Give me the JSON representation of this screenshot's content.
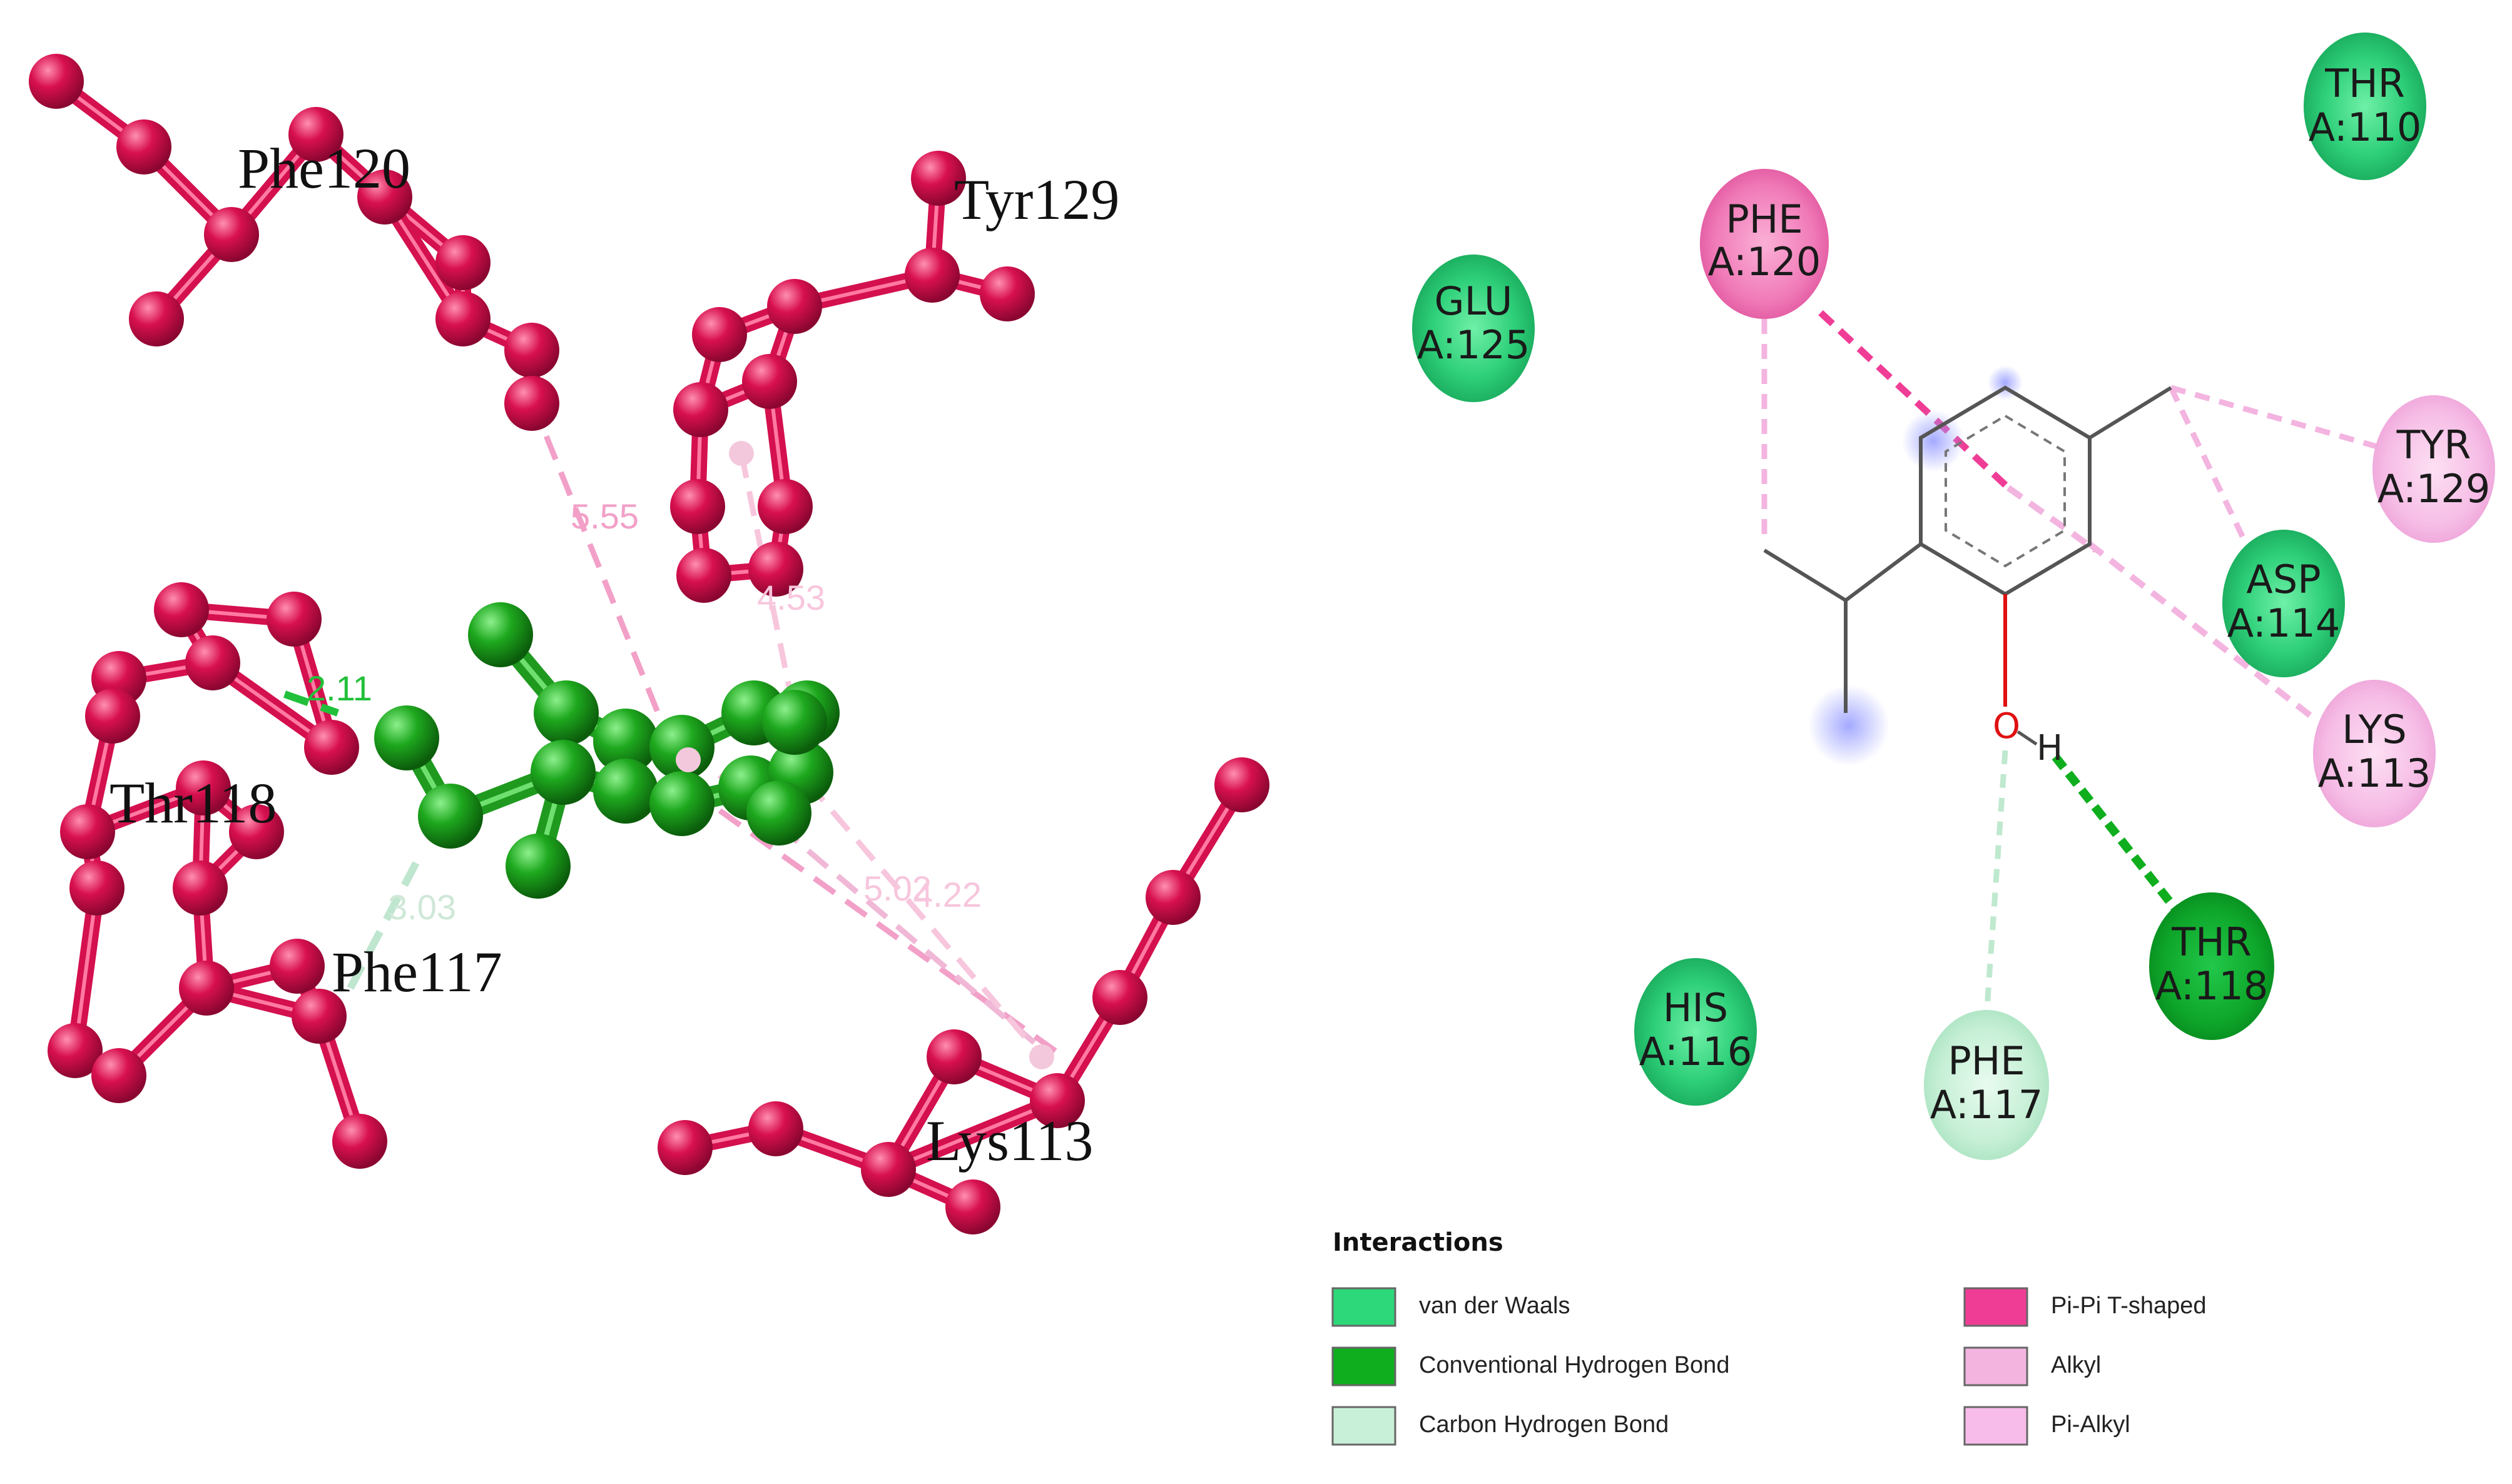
{
  "structure3d": {
    "residue_labels": [
      {
        "id": "phe120",
        "text": "Phe120"
      },
      {
        "id": "tyr129",
        "text": "Tyr129"
      },
      {
        "id": "thr118",
        "text": "Thr118"
      },
      {
        "id": "phe117",
        "text": "Phe117"
      },
      {
        "id": "lys113",
        "text": "Lys113"
      }
    ],
    "distances": [
      {
        "id": "d1",
        "text": "5.55",
        "color": "#f2a0c8"
      },
      {
        "id": "d2",
        "text": "4.53",
        "color": "#f7c6dd"
      },
      {
        "id": "d3",
        "text": "2.11",
        "color": "#22c03a"
      },
      {
        "id": "d4",
        "text": "3.03",
        "color": "#cfe8d8"
      },
      {
        "id": "d5",
        "text": "5.02",
        "color": "#f7c6dd"
      },
      {
        "id": "d6",
        "text": "4.22",
        "color": "#f7c6dd"
      }
    ],
    "colors": {
      "protein": "#d4104f",
      "ligand": "#1f9a1f"
    }
  },
  "diagram2d": {
    "nodes": [
      {
        "id": "thr110",
        "name": "THR",
        "pos": "A:110",
        "type": "vdw"
      },
      {
        "id": "phe120",
        "name": "PHE",
        "pos": "A:120",
        "type": "pipi"
      },
      {
        "id": "glu125",
        "name": "GLU",
        "pos": "A:125",
        "type": "vdw"
      },
      {
        "id": "tyr129",
        "name": "TYR",
        "pos": "A:129",
        "type": "alkyl"
      },
      {
        "id": "asp114",
        "name": "ASP",
        "pos": "A:114",
        "type": "vdw"
      },
      {
        "id": "lys113",
        "name": "LYS",
        "pos": "A:113",
        "type": "alkyl"
      },
      {
        "id": "thr118",
        "name": "THR",
        "pos": "A:118",
        "type": "hbond"
      },
      {
        "id": "his116",
        "name": "HIS",
        "pos": "A:116",
        "type": "vdw"
      },
      {
        "id": "phe117",
        "name": "PHE",
        "pos": "A:117",
        "type": "chbond"
      }
    ],
    "atoms": {
      "oxygen": "O",
      "hydrogen": "H"
    }
  },
  "legend": {
    "title": "Interactions",
    "items": [
      {
        "id": "vdw",
        "label": "van der Waals",
        "color": "#2dd87a"
      },
      {
        "id": "hbond",
        "label": "Conventional Hydrogen Bond",
        "color": "#0fae1e"
      },
      {
        "id": "chbond",
        "label": "Carbon Hydrogen Bond",
        "color": "#c8f0d8"
      },
      {
        "id": "pipi",
        "label": "Pi-Pi T-shaped",
        "color": "#ef3d96"
      },
      {
        "id": "alkyl",
        "label": "Alkyl",
        "color": "#f3b4e0"
      },
      {
        "id": "pialkyl",
        "label": "Pi-Alkyl",
        "color": "#f7bcea"
      }
    ]
  }
}
